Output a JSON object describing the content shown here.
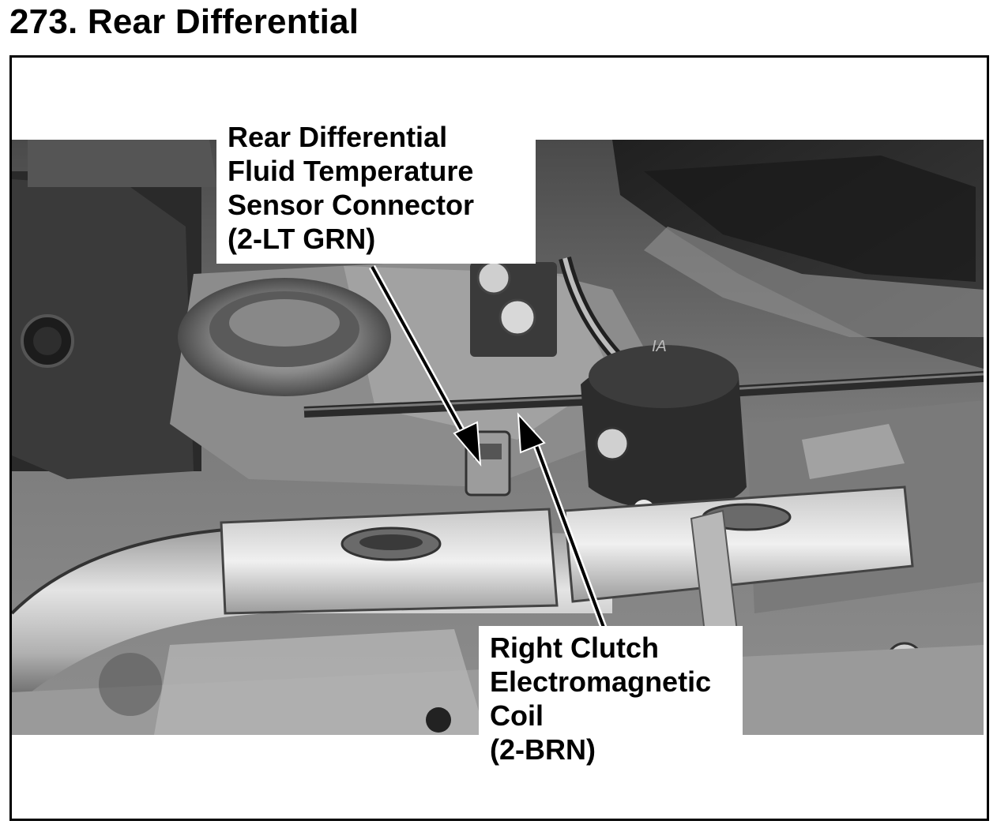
{
  "page": {
    "title": "273. Rear Differential"
  },
  "callouts": {
    "fluid_temp_sensor": {
      "lines": [
        "Rear Differential",
        "Fluid Temperature",
        "Sensor Connector",
        "(2-LT GRN)"
      ]
    },
    "right_clutch_coil": {
      "lines": [
        "Right Clutch",
        "Electromagnetic",
        "Coil",
        "(2-BRN)"
      ]
    }
  },
  "photo": {
    "stamp_text": "IA"
  },
  "colors": {
    "background": "#ffffff",
    "text": "#000000",
    "frame": "#000000"
  }
}
